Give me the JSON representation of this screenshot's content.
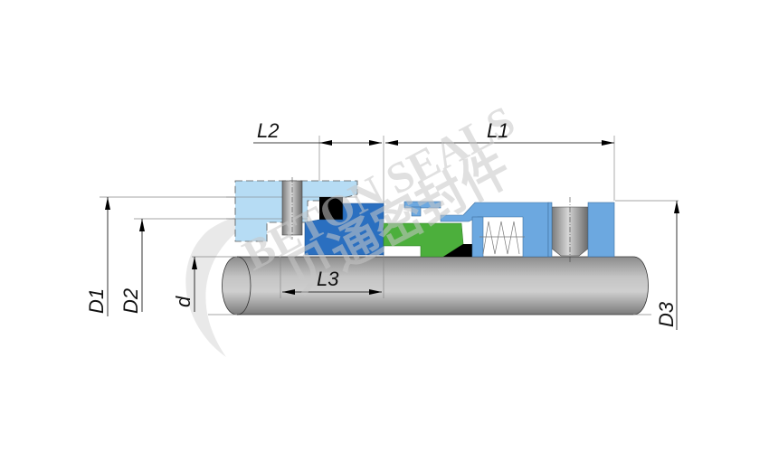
{
  "diagram": {
    "type": "mechanical-seal-cross-section",
    "dimensions": {
      "L1": "L1",
      "L2": "L2",
      "L3": "L3",
      "D1": "D1",
      "D2": "D2",
      "D3": "D3",
      "d": "d"
    },
    "components": [
      {
        "name": "stationary-seat-gland",
        "color": "#b6dcf4"
      },
      {
        "name": "anti-rotation-pin",
        "color": "#9a9a9a"
      },
      {
        "name": "seat-o-ring",
        "color": "#000000"
      },
      {
        "name": "stationary-seat-ring",
        "color": "#2a6fc0"
      },
      {
        "name": "rotary-face",
        "color": "#4caf3c"
      },
      {
        "name": "rotary-o-ring",
        "color": "#000000"
      },
      {
        "name": "retainer-housing",
        "color": "#6ca8e0"
      },
      {
        "name": "spring",
        "color": "#888888"
      },
      {
        "name": "set-screw",
        "color": "#8a8a8a"
      },
      {
        "name": "drive-collar",
        "color": "#6ca8e0"
      },
      {
        "name": "shaft",
        "color": "#b8b8b8"
      }
    ],
    "watermark": {
      "text_en": "BETON SEALS",
      "text_cn": "贝通密封件"
    }
  }
}
